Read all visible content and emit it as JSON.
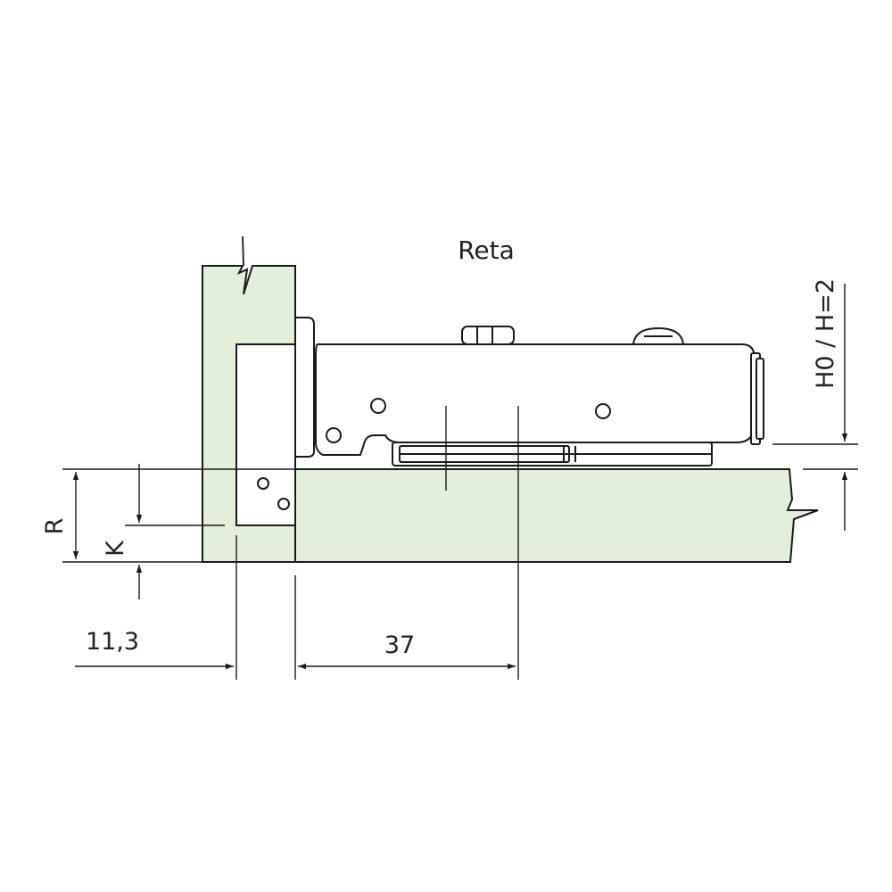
{
  "title": "Reta",
  "dimensions": {
    "left_offset": "11,3",
    "bore_distance": "37",
    "overlay_r": "R",
    "overlay_k": "K",
    "mount_height": "H0 / H=2"
  },
  "colors": {
    "panel_fill": "#e4efd9",
    "line": "#1a1a1a",
    "background": "#ffffff"
  }
}
